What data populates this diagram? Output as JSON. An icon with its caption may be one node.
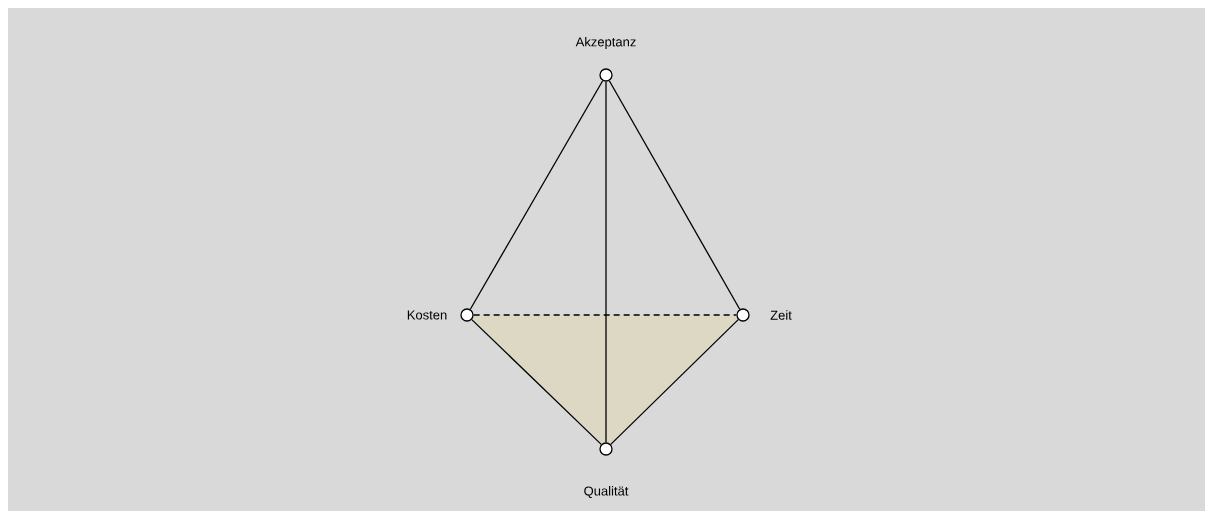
{
  "diagram": {
    "nodes": [
      {
        "text": [
          "Akzeptanz"
        ]
      },
      {
        "text": [
          "Kosten"
        ]
      },
      {
        "text": [
          "Zeit"
        ]
      },
      {
        "text": [
          "Qualität"
        ]
      }
    ],
    "edges": [
      {
        "from": 0,
        "to": 1,
        "arrow": "none"
      },
      {
        "from": 0,
        "to": 2,
        "arrow": "none"
      },
      {
        "from": 0,
        "to": 3,
        "arrow": "none"
      },
      {
        "from": 1,
        "to": 2,
        "arrow": "none",
        "style": "dashed"
      },
      {
        "from": 1,
        "to": 3,
        "arrow": "none"
      },
      {
        "from": 2,
        "to": 3,
        "arrow": "none"
      }
    ]
  }
}
